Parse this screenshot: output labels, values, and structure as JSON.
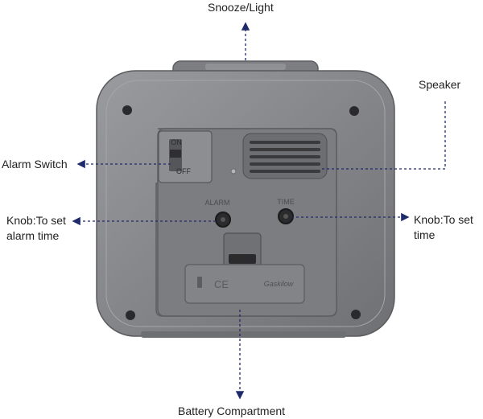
{
  "labels": {
    "snooze_light": "Snooze/Light",
    "speaker": "Speaker",
    "alarm_switch": "Alarm Switch",
    "knob_alarm": "Knob:To set\nalarm time",
    "knob_time": "Knob:To set\ntime",
    "battery_compartment": "Battery Compartment"
  },
  "device_text": {
    "switch_on": "ON",
    "switch_off": "OFF",
    "alarm_knob": "ALARM",
    "time_knob": "TIME",
    "battery_door_mark": "Gaskilow"
  },
  "colors": {
    "body": "#8a8b8e",
    "panel": "#7b7c7f",
    "dark": "#3b3b3d",
    "arrow": "#1f2a6b"
  }
}
